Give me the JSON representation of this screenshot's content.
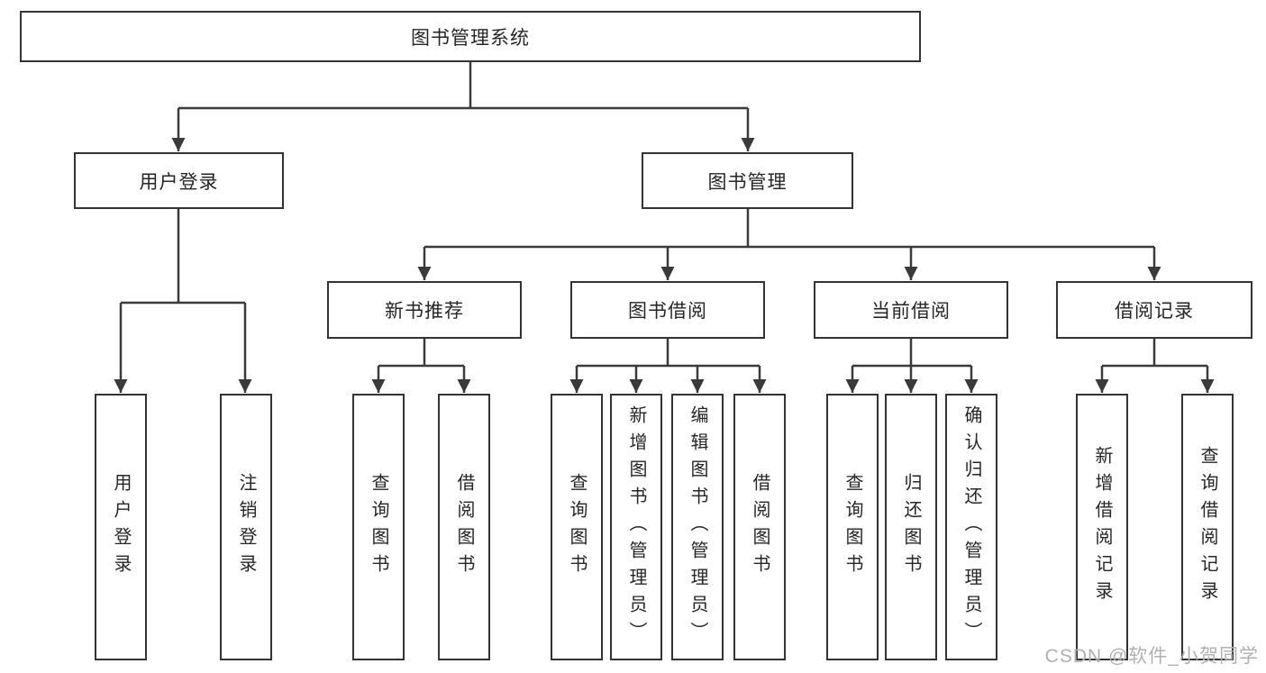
{
  "diagram": {
    "root": {
      "label": "图书管理系统"
    },
    "level2": [
      {
        "label": "用户登录"
      },
      {
        "label": "图书管理"
      }
    ],
    "level3": [
      {
        "label": "新书推荐"
      },
      {
        "label": "图书借阅"
      },
      {
        "label": "当前借阅"
      },
      {
        "label": "借阅记录"
      }
    ],
    "leaves": {
      "user_login": [
        {
          "label": "用户登录"
        },
        {
          "label": "注销登录"
        }
      ],
      "new_book": [
        {
          "label": "查询图书"
        },
        {
          "label": "借阅图书"
        }
      ],
      "book_borrow": [
        {
          "label": "查询图书"
        },
        {
          "label": "新增图书（管理员）"
        },
        {
          "label": "编辑图书（管理员）"
        },
        {
          "label": "借阅图书"
        }
      ],
      "current_borrow": [
        {
          "label": "查询图书"
        },
        {
          "label": "归还图书"
        },
        {
          "label": "确认归还（管理员）"
        }
      ],
      "borrow_record": [
        {
          "label": "新增借阅记录"
        },
        {
          "label": "查询借阅记录"
        }
      ]
    }
  },
  "watermark": {
    "text": "CSDN @软件_小贺同学"
  },
  "colors": {
    "line": "#3a3a3a",
    "box_border": "#333333",
    "text": "#262626",
    "watermark": "#b0b0b0",
    "background": "#ffffff"
  }
}
